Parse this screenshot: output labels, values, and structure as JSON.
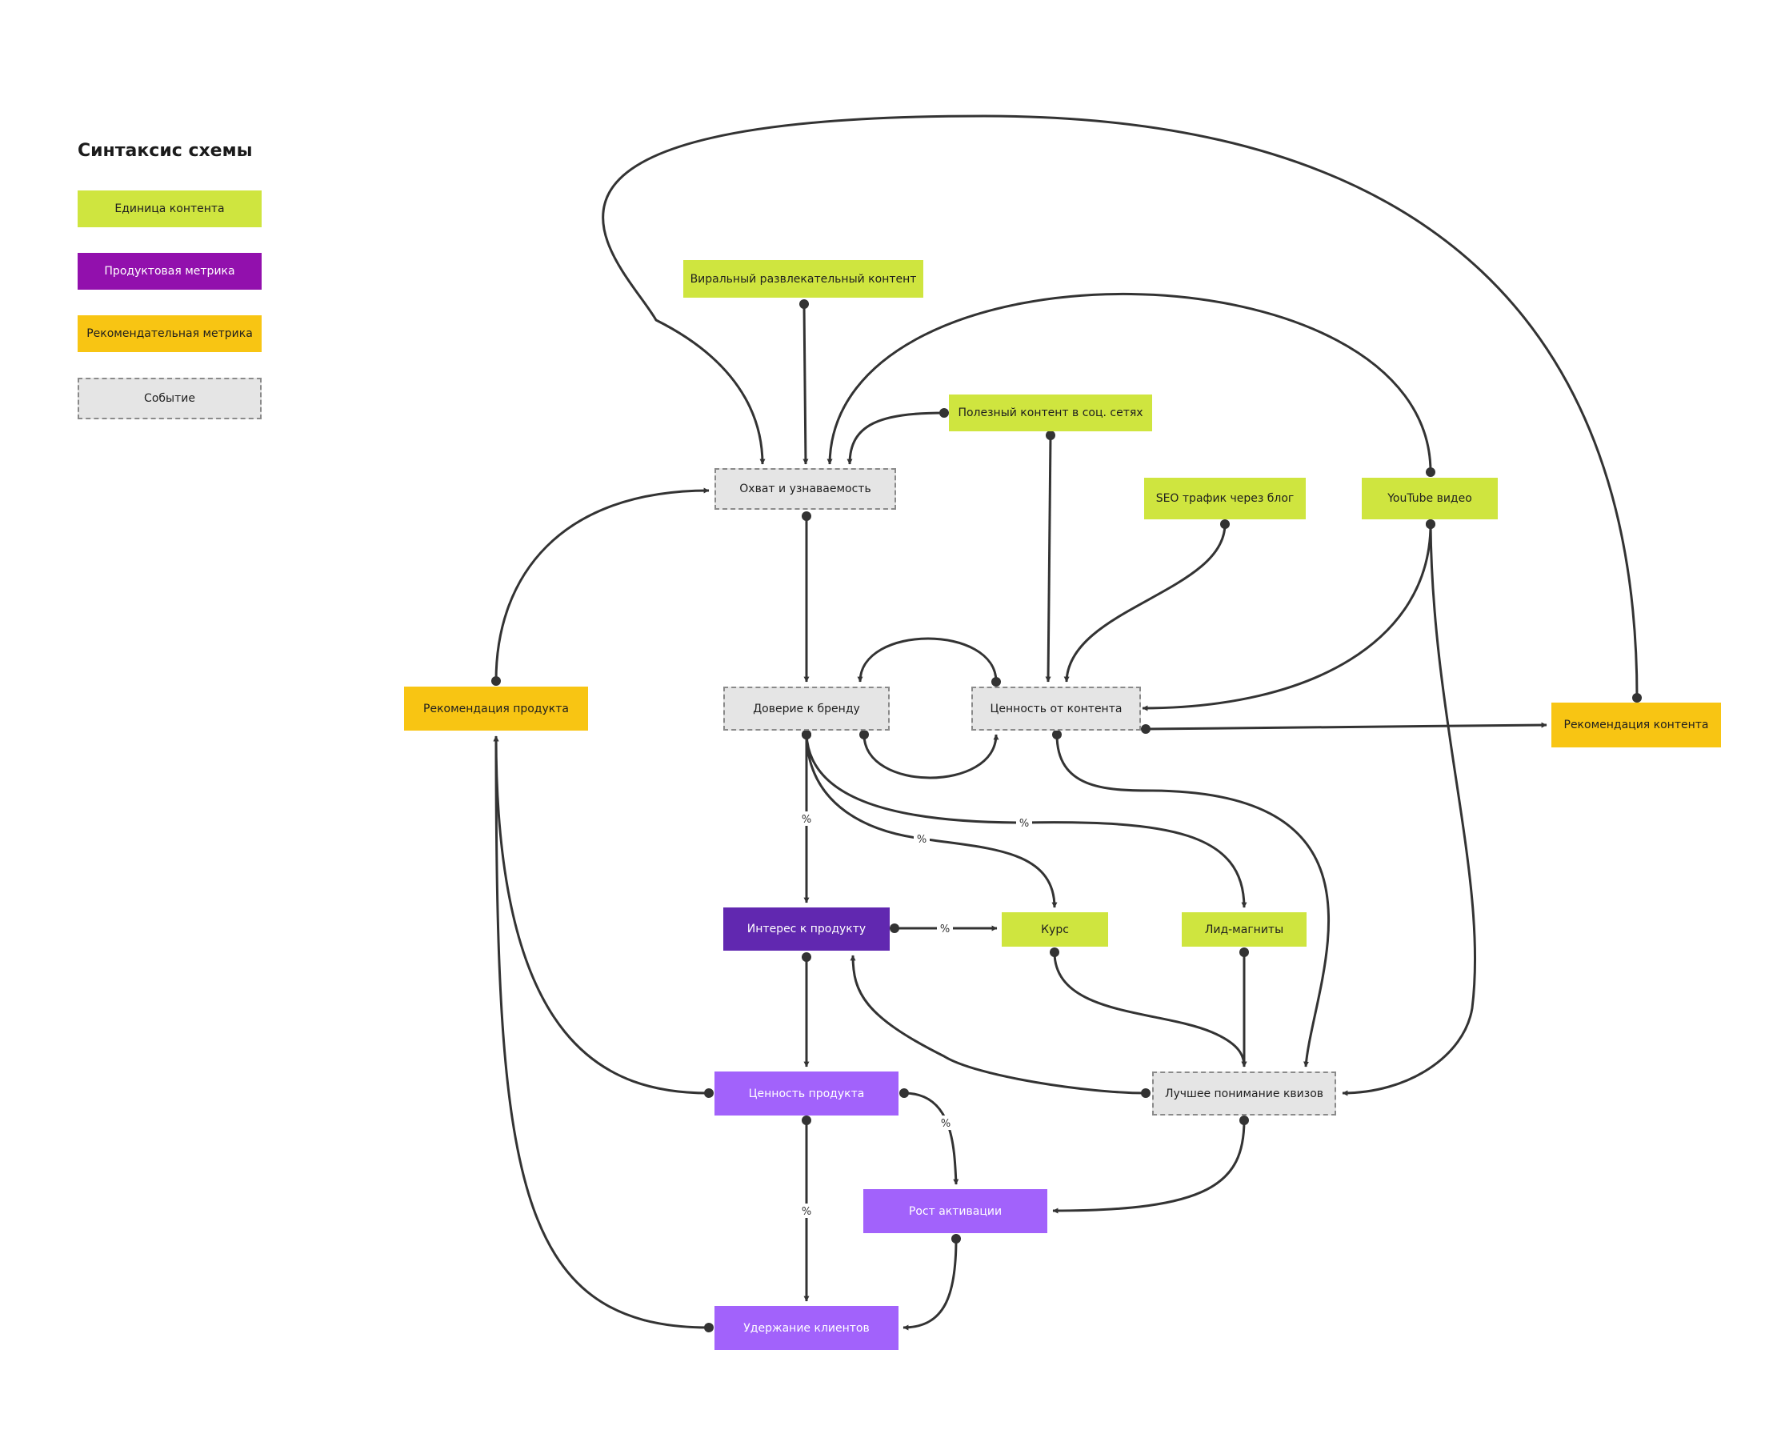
{
  "legend": {
    "title": "Синтаксис схемы",
    "items": [
      {
        "label": "Единица контента",
        "kind": "content",
        "color": "#cfe53f"
      },
      {
        "label": "Продуктовая метрика",
        "kind": "product",
        "color": "#9210ad"
      },
      {
        "label": "Рекомендательная метрика",
        "kind": "recommendation",
        "color": "#f8c513"
      },
      {
        "label": "Событие",
        "kind": "event",
        "color": "#e5e5e5"
      }
    ]
  },
  "nodes": {
    "viral": {
      "label": "Виральный развлекательный контент",
      "kind": "content"
    },
    "social": {
      "label": "Полезный контент в соц. сетях",
      "kind": "content"
    },
    "seo": {
      "label": "SEO трафик через блог",
      "kind": "content"
    },
    "youtube": {
      "label": "YouTube видео",
      "kind": "content"
    },
    "reach": {
      "label": "Охват и узнаваемость",
      "kind": "event"
    },
    "rec_product": {
      "label": "Рекомендация продукта",
      "kind": "recommendation"
    },
    "trust": {
      "label": "Доверие к бренду",
      "kind": "event"
    },
    "content_value": {
      "label": "Ценность от контента",
      "kind": "event"
    },
    "rec_content": {
      "label": "Рекомендация контента",
      "kind": "recommendation"
    },
    "interest": {
      "label": "Интерес к продукту",
      "kind": "product"
    },
    "course": {
      "label": "Курс",
      "kind": "content"
    },
    "lead": {
      "label": "Лид-магниты",
      "kind": "content"
    },
    "product_value": {
      "label": "Ценность продукта",
      "kind": "product"
    },
    "quiz": {
      "label": "Лучшее понимание квизов",
      "kind": "event"
    },
    "activation": {
      "label": "Рост активации",
      "kind": "product"
    },
    "retention": {
      "label": "Удержание клиентов",
      "kind": "product"
    }
  },
  "edges": [
    {
      "from": "viral",
      "to": "reach",
      "label": ""
    },
    {
      "from": "social",
      "to": "reach",
      "label": ""
    },
    {
      "from": "youtube",
      "to": "reach",
      "label": ""
    },
    {
      "from": "rec_content",
      "to": "reach",
      "label": ""
    },
    {
      "from": "rec_product",
      "to": "reach",
      "label": ""
    },
    {
      "from": "reach",
      "to": "trust",
      "label": ""
    },
    {
      "from": "social",
      "to": "content_value",
      "label": ""
    },
    {
      "from": "seo",
      "to": "content_value",
      "label": ""
    },
    {
      "from": "youtube",
      "to": "content_value",
      "label": ""
    },
    {
      "from": "content_value",
      "to": "trust",
      "label": ""
    },
    {
      "from": "trust",
      "to": "content_value",
      "label": ""
    },
    {
      "from": "content_value",
      "to": "rec_content",
      "label": ""
    },
    {
      "from": "trust",
      "to": "interest",
      "label": "%"
    },
    {
      "from": "trust",
      "to": "course",
      "label": "%"
    },
    {
      "from": "trust",
      "to": "lead",
      "label": "%"
    },
    {
      "from": "interest",
      "to": "course",
      "label": "%"
    },
    {
      "from": "interest",
      "to": "product_value",
      "label": ""
    },
    {
      "from": "content_value",
      "to": "quiz",
      "label": ""
    },
    {
      "from": "youtube",
      "to": "quiz",
      "label": ""
    },
    {
      "from": "course",
      "to": "quiz",
      "label": ""
    },
    {
      "from": "lead",
      "to": "quiz",
      "label": ""
    },
    {
      "from": "quiz",
      "to": "interest",
      "label": ""
    },
    {
      "from": "product_value",
      "to": "rec_product",
      "label": ""
    },
    {
      "from": "retention",
      "to": "rec_product",
      "label": ""
    },
    {
      "from": "product_value",
      "to": "activation",
      "label": "%"
    },
    {
      "from": "product_value",
      "to": "retention",
      "label": "%"
    },
    {
      "from": "quiz",
      "to": "activation",
      "label": ""
    },
    {
      "from": "activation",
      "to": "retention",
      "label": ""
    }
  ]
}
